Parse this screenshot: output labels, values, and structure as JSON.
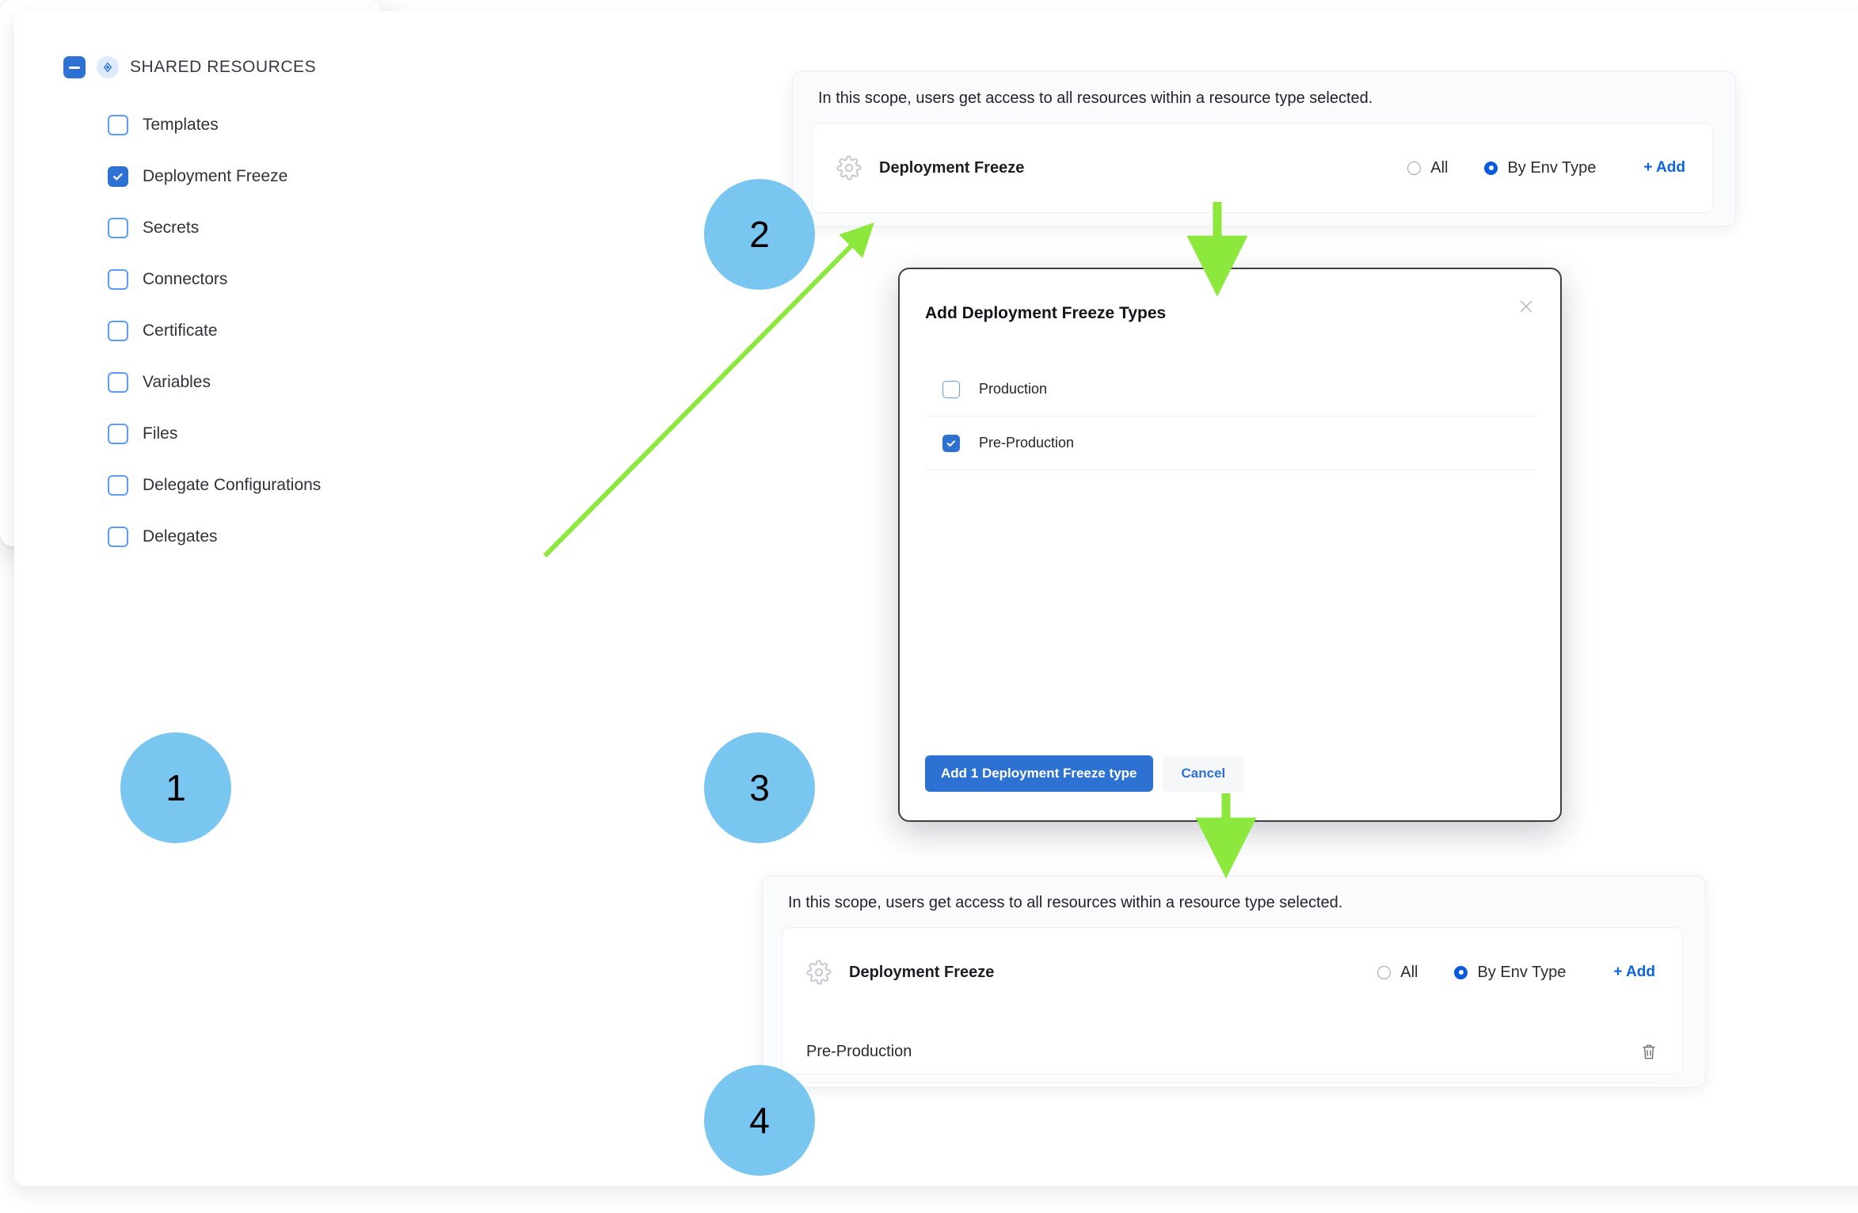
{
  "accent": {
    "blue": "#2d72d2",
    "link": "#0a64e0",
    "arrow_green": "#8ce83c",
    "step_circle": "#79c6f0"
  },
  "steps": [
    {
      "number": "1"
    },
    {
      "number": "2"
    },
    {
      "number": "3"
    },
    {
      "number": "4"
    }
  ],
  "tree_panel": {
    "header_label": "SHARED RESOURCES",
    "collapse_icon": "minus-icon",
    "node_icon": "resource-node-icon",
    "items": [
      {
        "label": "Templates",
        "checked": false
      },
      {
        "label": "Deployment Freeze",
        "checked": true
      },
      {
        "label": "Secrets",
        "checked": false
      },
      {
        "label": "Connectors",
        "checked": false
      },
      {
        "label": "Certificate",
        "checked": false
      },
      {
        "label": "Variables",
        "checked": false
      },
      {
        "label": "Files",
        "checked": false
      },
      {
        "label": "Delegate Configurations",
        "checked": false
      },
      {
        "label": "Delegates",
        "checked": false
      }
    ]
  },
  "scope_before": {
    "description": "In this scope, users get access to all resources within a resource type selected.",
    "resource_name": "Deployment Freeze",
    "resource_icon": "gear-icon",
    "options": [
      {
        "label": "All",
        "selected": false
      },
      {
        "label": "By Env Type",
        "selected": true
      }
    ],
    "add_label": "+ Add",
    "env_rows": []
  },
  "scope_after": {
    "description": "In this scope, users get access to all resources within a resource type selected.",
    "resource_name": "Deployment Freeze",
    "resource_icon": "gear-icon",
    "options": [
      {
        "label": "All",
        "selected": false
      },
      {
        "label": "By Env Type",
        "selected": true
      }
    ],
    "add_label": "+ Add",
    "env_rows": [
      {
        "label": "Pre-Production",
        "delete_icon": "trash-icon"
      }
    ]
  },
  "modal": {
    "title": "Add Deployment Freeze Types",
    "close_icon": "close-icon",
    "options": [
      {
        "label": "Production",
        "checked": false
      },
      {
        "label": "Pre-Production",
        "checked": true
      }
    ],
    "primary_button": "Add 1 Deployment Freeze type",
    "secondary_button": "Cancel"
  }
}
